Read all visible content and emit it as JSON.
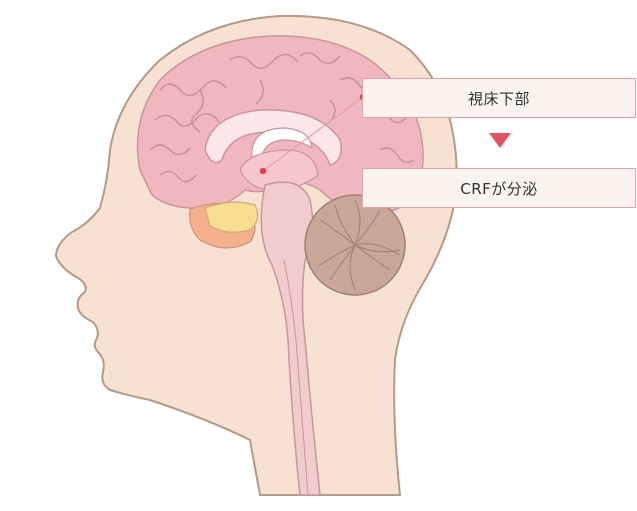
{
  "labels": {
    "region": "視床下部",
    "effect": "CRFが分泌"
  },
  "colors": {
    "skin": "#f7e1d3",
    "outline": "#b59a86",
    "cerebrum": "#f1b7bf",
    "cerebellum": "#c9a899",
    "brainstem": "#f0cccc",
    "box_border": "#e8a0a8",
    "box_fill": "#fbf4ee",
    "arrow": "#e05560",
    "marker": "#e0404e"
  },
  "icons": {
    "flow": "down-triangle-arrow"
  }
}
